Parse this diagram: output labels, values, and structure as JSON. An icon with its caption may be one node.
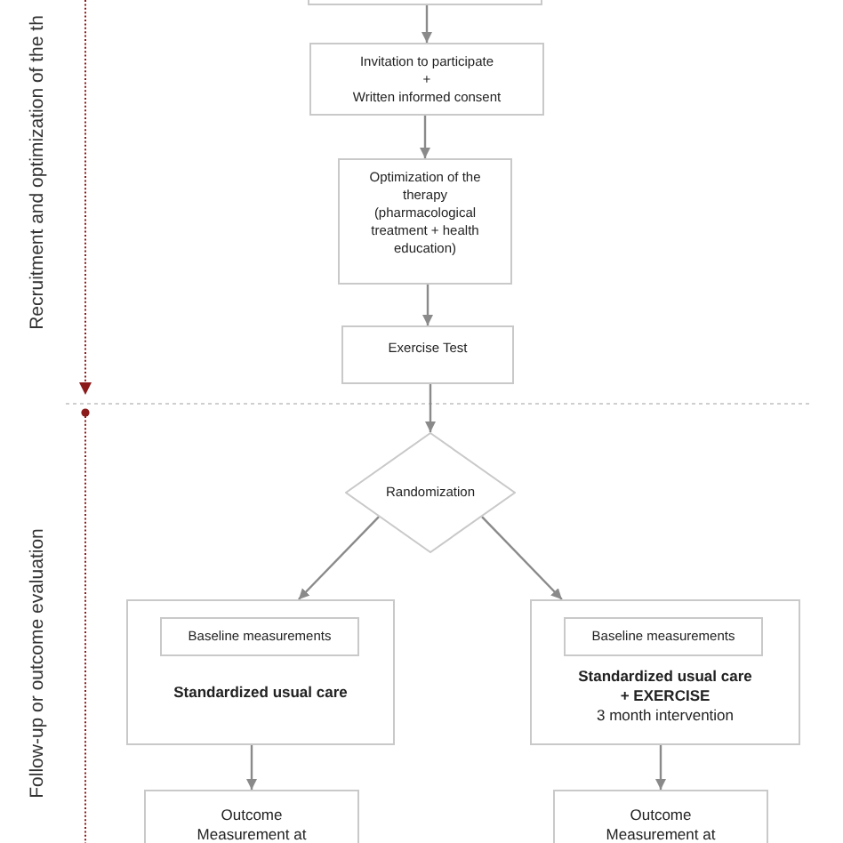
{
  "diagram": {
    "nodes": [
      {
        "text": [],
        "shape": "box"
      },
      {
        "text": [
          "Invitation to participate",
          "+",
          "Written informed consent"
        ]
      },
      {
        "text": [
          "Optimization of the therapy (pharmacological treatment + health education)"
        ]
      },
      {
        "text": [
          "Exercise Test"
        ]
      },
      {
        "text": [
          "Randomization"
        ]
      },
      {
        "text": [
          "Standardized usual care"
        ]
      },
      {
        "text": [
          "Baseline measurements"
        ],
        "in": 5
      },
      {
        "text": [
          "Standardized usual care",
          "+ EXERCISE",
          "3 month intervention"
        ]
      },
      {
        "text": [
          "Baseline measurements"
        ],
        "in": 7
      },
      {
        "text": [
          "Outcome Measurement at"
        ]
      },
      {
        "text": [
          "Outcome Measurement at"
        ]
      }
    ],
    "edges": [
      {
        "from": 0,
        "to": 1,
        "arrow": "to"
      },
      {
        "from": 1,
        "to": 2,
        "arrow": "to"
      },
      {
        "from": 2,
        "to": 3,
        "arrow": "to"
      },
      {
        "from": 3,
        "to": 4,
        "arrow": "to"
      },
      {
        "from": 4,
        "to": 5,
        "arrow": "to"
      },
      {
        "from": 4,
        "to": 7,
        "arrow": "to"
      },
      {
        "from": 5,
        "to": 9,
        "arrow": "to"
      },
      {
        "from": 7,
        "to": 10,
        "arrow": "to"
      }
    ],
    "labels": [
      "Recruitment and optimization of the th",
      "Follow-up or outcome evaluation"
    ]
  }
}
